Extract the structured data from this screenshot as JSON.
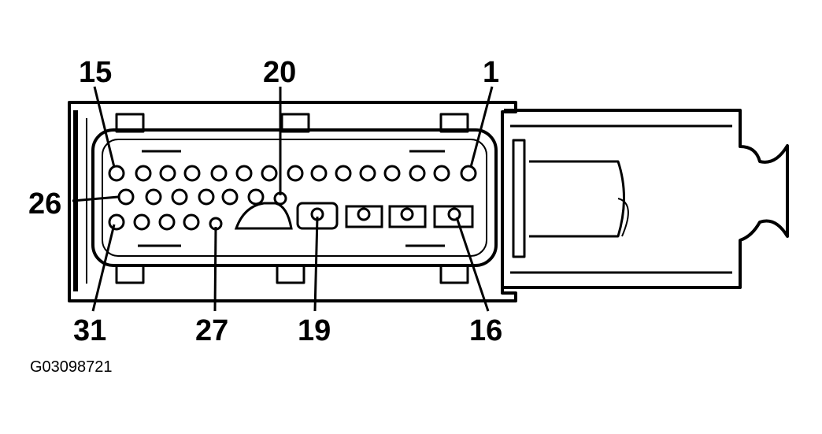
{
  "pin_labels": {
    "top_left": "15",
    "top_middle": "20",
    "top_right": "1",
    "left": "26",
    "bottom_left": "31",
    "bottom_27": "27",
    "bottom_19": "19",
    "bottom_16": "16"
  },
  "figure_id": "G03098721",
  "colors": {
    "ink": "#000000",
    "paper": "#ffffff"
  }
}
